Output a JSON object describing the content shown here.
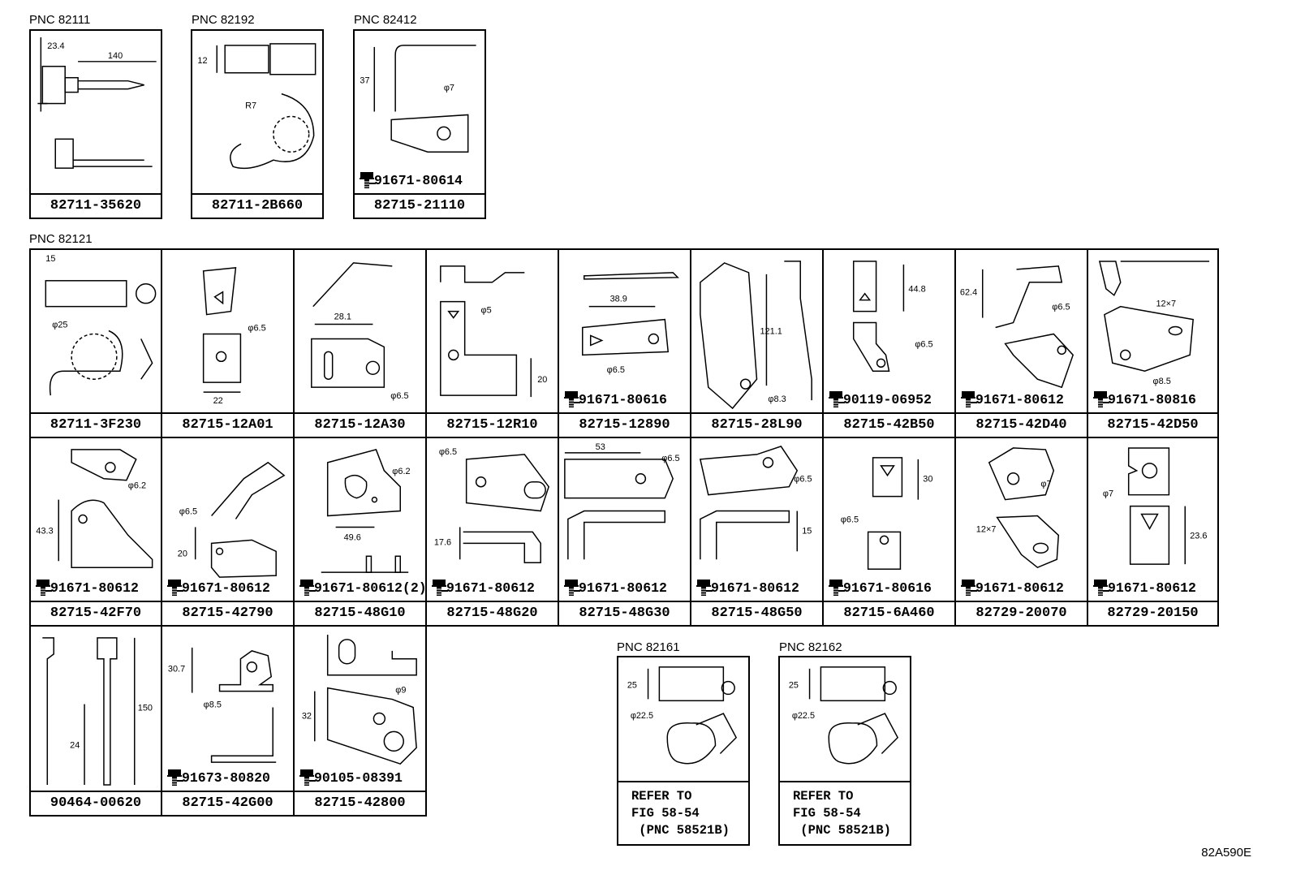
{
  "groups": {
    "g82111": {
      "label": "PNC 82111"
    },
    "g82192": {
      "label": "PNC 82192"
    },
    "g82412": {
      "label": "PNC 82412"
    },
    "g82121": {
      "label": "PNC 82121"
    },
    "g82161": {
      "label": "PNC 82161"
    },
    "g82162": {
      "label": "PNC 82162"
    }
  },
  "parts": {
    "p82711_35620": {
      "pn": "82711-35620",
      "dims": [
        "23.4",
        "140"
      ]
    },
    "p82711_2B660": {
      "pn": "82711-2B660",
      "dims": [
        "12",
        "R7"
      ]
    },
    "p82715_21110": {
      "pn": "82715-21110",
      "bolt": "91671-80614",
      "dims": [
        "37",
        "φ7"
      ]
    },
    "p82711_3F230": {
      "pn": "82711-3F230",
      "dims": [
        "15",
        "φ25"
      ]
    },
    "p82715_12A01": {
      "pn": "82715-12A01",
      "dims": [
        "φ6.5",
        "22"
      ]
    },
    "p82715_12A30": {
      "pn": "82715-12A30",
      "dims": [
        "28.1",
        "φ6.5"
      ]
    },
    "p82715_12R10": {
      "pn": "82715-12R10",
      "dims": [
        "φ5",
        "20"
      ]
    },
    "p82715_12890": {
      "pn": "82715-12890",
      "bolt": "91671-80616",
      "dims": [
        "38.9",
        "φ6.5"
      ]
    },
    "p82715_28L90": {
      "pn": "82715-28L90",
      "dims": [
        "121.1",
        "φ8.3"
      ]
    },
    "p82715_42B50": {
      "pn": "82715-42B50",
      "bolt": "90119-06952",
      "dims": [
        "44.8",
        "φ6.5"
      ]
    },
    "p82715_42D40": {
      "pn": "82715-42D40",
      "bolt": "91671-80612",
      "dims": [
        "62.4",
        "φ6.5"
      ]
    },
    "p82715_42D50": {
      "pn": "82715-42D50",
      "bolt": "91671-80816",
      "dims": [
        "12×7",
        "φ8.5"
      ]
    },
    "p82715_42F70": {
      "pn": "82715-42F70",
      "bolt": "91671-80612",
      "dims": [
        "φ6.2",
        "43.3"
      ]
    },
    "p82715_42790": {
      "pn": "82715-42790",
      "bolt": "91671-80612",
      "dims": [
        "φ6.5",
        "20"
      ]
    },
    "p82715_48G10": {
      "pn": "82715-48G10",
      "bolt": "91671-80612(2)",
      "dims": [
        "φ6.2",
        "49.6"
      ]
    },
    "p82715_48G20": {
      "pn": "82715-48G20",
      "bolt": "91671-80612",
      "dims": [
        "φ6.5",
        "17.6"
      ]
    },
    "p82715_48G30": {
      "pn": "82715-48G30",
      "bolt": "91671-80612",
      "dims": [
        "53",
        "φ6.5"
      ]
    },
    "p82715_48G50": {
      "pn": "82715-48G50",
      "bolt": "91671-80612",
      "dims": [
        "φ6.5",
        "15"
      ]
    },
    "p82715_6A460": {
      "pn": "82715-6A460",
      "bolt": "91671-80616",
      "dims": [
        "30",
        "φ6.5"
      ]
    },
    "p82729_20070": {
      "pn": "82729-20070",
      "bolt": "91671-80612",
      "dims": [
        "φ7",
        "12×7"
      ]
    },
    "p82729_20150": {
      "pn": "82729-20150",
      "bolt": "91671-80612",
      "dims": [
        "φ7",
        "23.6"
      ]
    },
    "p90464_00620": {
      "pn": "90464-00620",
      "dims": [
        "24",
        "150"
      ]
    },
    "p82715_42G00": {
      "pn": "82715-42G00",
      "bolt": "91673-80820",
      "dims": [
        "30.7",
        "φ8.5"
      ]
    },
    "p82715_42800": {
      "pn": "82715-42800",
      "bolt": "90105-08391",
      "dims": [
        "32",
        "φ9"
      ]
    },
    "ref82161": {
      "refer": "REFER TO\nFIG 58-54\n (PNC 58521B)",
      "dims": [
        "25",
        "φ22.5"
      ]
    },
    "ref82162": {
      "refer": "REFER TO\nFIG 58-54\n (PNC 58521B)",
      "dims": [
        "25",
        "φ22.5"
      ]
    }
  },
  "figure_code": "82A590E"
}
